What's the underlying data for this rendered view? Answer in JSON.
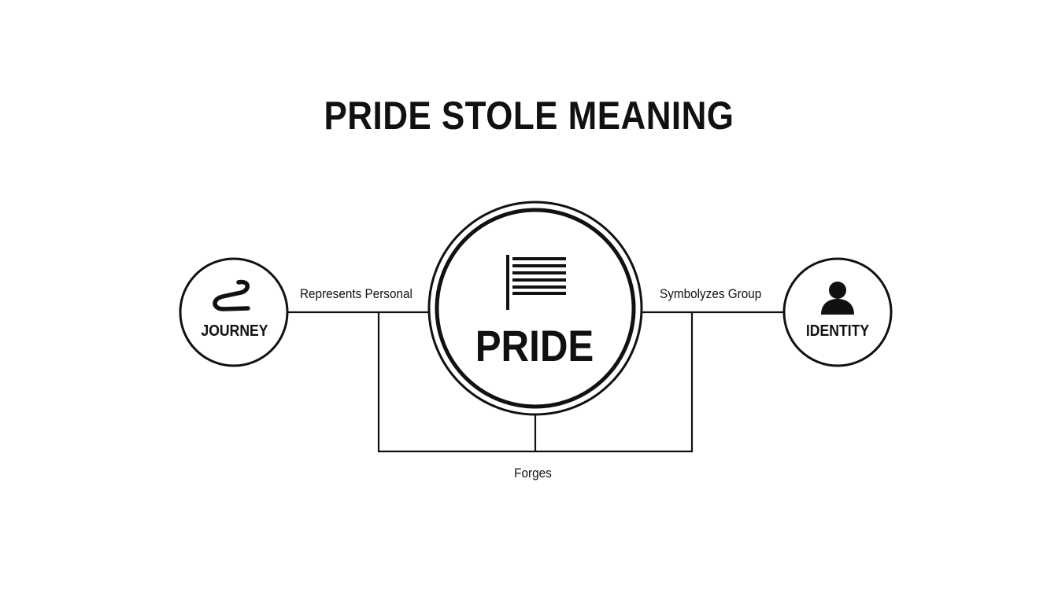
{
  "title": "PRIDE STOLE MEANING",
  "nodes": {
    "journey": {
      "label": "JOURNEY",
      "icon": "winding-path-icon"
    },
    "pride": {
      "label": "PRIDE",
      "icon": "flag-icon"
    },
    "identity": {
      "label": "IDENTITY",
      "icon": "person-icon"
    }
  },
  "edges": {
    "left": "Represents Personal",
    "right": "Symbolyzes Group",
    "bottom": "Forges"
  },
  "colors": {
    "stroke": "#111111",
    "background": "#ffffff"
  }
}
